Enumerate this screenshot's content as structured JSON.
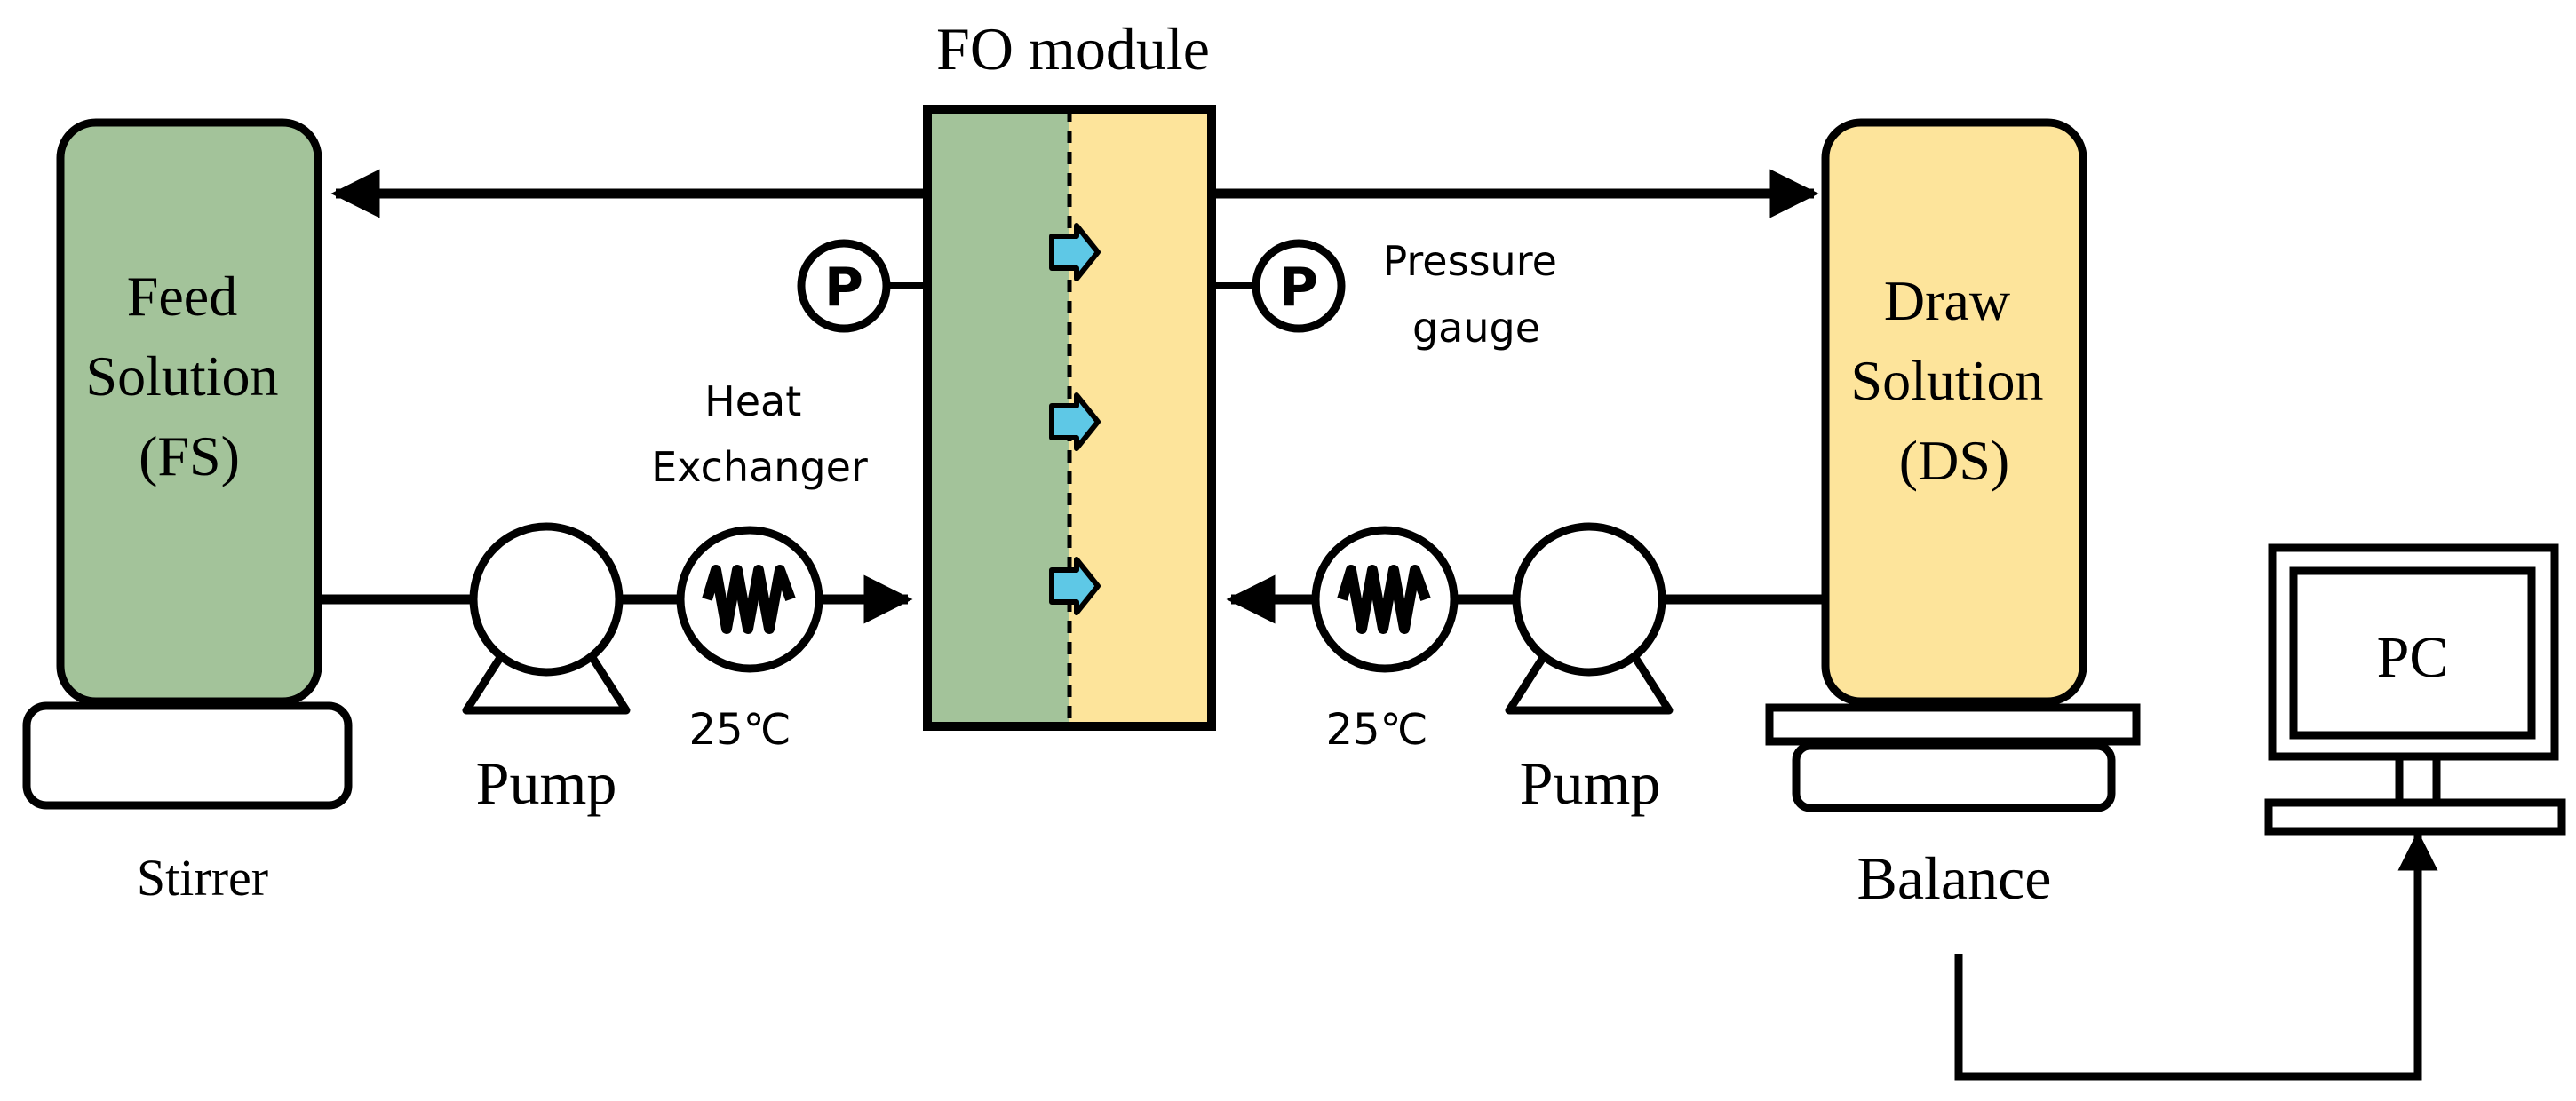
{
  "title": "FO module",
  "feed_tank": {
    "lines": [
      "Feed",
      "Solution",
      "(FS)"
    ]
  },
  "draw_tank": {
    "lines": [
      "Draw",
      "Solution",
      "(DS)"
    ]
  },
  "stirrer_label": "Stirrer",
  "balance_label": "Balance",
  "left_pump_label": "Pump",
  "right_pump_label": "Pump",
  "heat_exchanger_lines": [
    "Heat",
    "Exchanger"
  ],
  "pressure_gauge_lines": [
    "Pressure",
    "gauge"
  ],
  "gauge_symbol": "P",
  "left_temperature": "25℃",
  "right_temperature": "25℃",
  "pc_label": "PC",
  "colors": {
    "feed": "#a3c39a",
    "draw": "#fde49b",
    "water_arrow": "#5ec8e6",
    "stroke": "#000000"
  }
}
